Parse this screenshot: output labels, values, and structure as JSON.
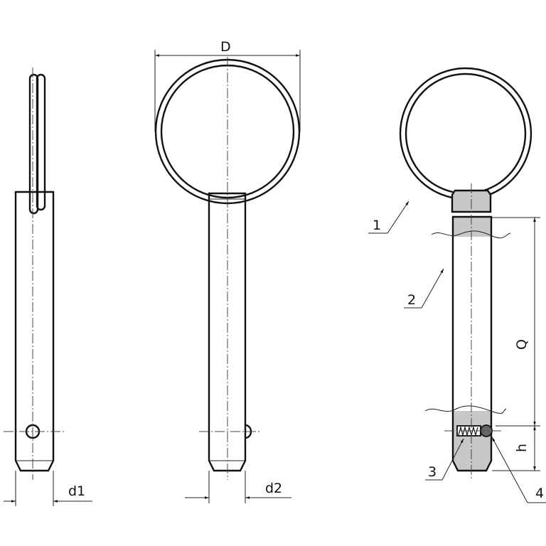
{
  "dimensions": {
    "D": "D",
    "d1": "d1",
    "d2": "d2",
    "Q": "Q",
    "h": "h"
  },
  "callouts": [
    "1",
    "2",
    "3",
    "4"
  ],
  "colors": {
    "line": "#111111",
    "section_fill": "#c8c8c8"
  }
}
